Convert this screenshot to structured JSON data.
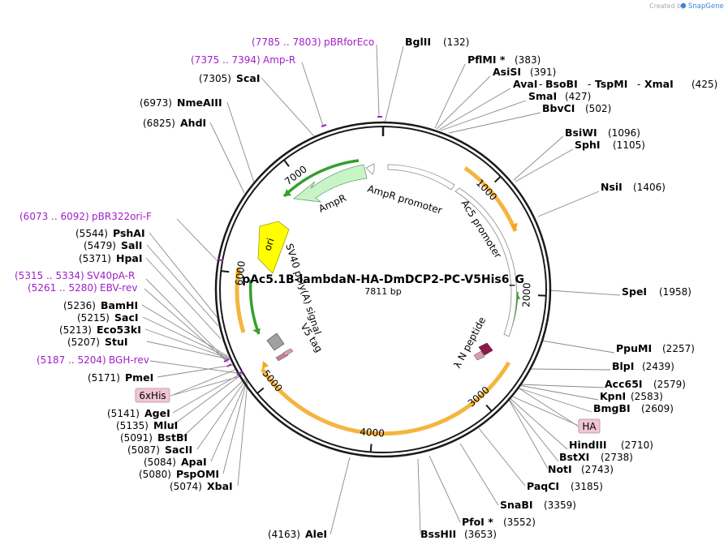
{
  "credit": {
    "prefix": "Created by",
    "brand": "SnapGene"
  },
  "plasmid": {
    "name": "pAc5.1B-lambdaN-HA-DmDCP2-PC-V5His6_G",
    "length_label": "7811 bp",
    "length": 7811
  },
  "ticks": [
    "1000",
    "2000",
    "3000",
    "4000",
    "5000",
    "6000",
    "7000"
  ],
  "tick_values": [
    1000,
    2000,
    3000,
    4000,
    5000,
    6000,
    7000
  ],
  "sites": [
    {
      "name": "BglII",
      "pos": "(132)"
    },
    {
      "name": "PflMI *",
      "pos": "(383)"
    },
    {
      "name": "AsiSI",
      "pos": "(391)"
    },
    {
      "name": "AvaI",
      "pos": ""
    },
    {
      "name": "BsoBI",
      "pos": ""
    },
    {
      "name": "TspMI",
      "pos": ""
    },
    {
      "name": "XmaI",
      "pos": "(425)"
    },
    {
      "name": "SmaI",
      "pos": "(427)"
    },
    {
      "name": "BbvCI",
      "pos": "(502)"
    },
    {
      "name": "BsiWI",
      "pos": "(1096)"
    },
    {
      "name": "SphI",
      "pos": "(1105)"
    },
    {
      "name": "NsiI",
      "pos": "(1406)"
    },
    {
      "name": "SpeI",
      "pos": "(1958)"
    },
    {
      "name": "PpuMI",
      "pos": "(2257)"
    },
    {
      "name": "BlpI",
      "pos": "(2439)"
    },
    {
      "name": "Acc65I",
      "pos": "(2579)"
    },
    {
      "name": "KpnI",
      "pos": "(2583)"
    },
    {
      "name": "BmgBI",
      "pos": "(2609)"
    },
    {
      "name": "HindIII",
      "pos": "(2710)"
    },
    {
      "name": "BstXI",
      "pos": "(2738)"
    },
    {
      "name": "NotI",
      "pos": "(2743)"
    },
    {
      "name": "PaqCI",
      "pos": "(3185)"
    },
    {
      "name": "SnaBI",
      "pos": "(3359)"
    },
    {
      "name": "PfoI *",
      "pos": "(3552)"
    },
    {
      "name": "BssHII",
      "pos": "(3653)"
    },
    {
      "name": "AleI",
      "pos": "(4163)"
    },
    {
      "name": "XbaI",
      "pos": "(5074)"
    },
    {
      "name": "PspOMI",
      "pos": "(5080)"
    },
    {
      "name": "ApaI",
      "pos": "(5084)"
    },
    {
      "name": "SacII",
      "pos": "(5087)"
    },
    {
      "name": "BstBI",
      "pos": "(5091)"
    },
    {
      "name": "MluI",
      "pos": "(5135)"
    },
    {
      "name": "AgeI",
      "pos": "(5141)"
    },
    {
      "name": "PmeI",
      "pos": "(5171)"
    },
    {
      "name": "StuI",
      "pos": "(5207)"
    },
    {
      "name": "Eco53kI",
      "pos": "(5213)"
    },
    {
      "name": "SacI",
      "pos": "(5215)"
    },
    {
      "name": "BamHI",
      "pos": "(5236)"
    },
    {
      "name": "HpaI",
      "pos": "(5371)"
    },
    {
      "name": "SalI",
      "pos": "(5479)"
    },
    {
      "name": "PshAI",
      "pos": "(5544)"
    },
    {
      "name": "AhdI",
      "pos": "(6825)"
    },
    {
      "name": "NmeAIII",
      "pos": "(6973)"
    },
    {
      "name": "ScaI",
      "pos": "(7305)"
    }
  ],
  "primers": [
    {
      "range": "(7785 .. 7803)",
      "name": "pBRforEco"
    },
    {
      "range": "(7375 .. 7394)",
      "name": "Amp-R"
    },
    {
      "range": "(6073 .. 6092)",
      "name": "pBR322ori-F"
    },
    {
      "range": "(5315 .. 5334)",
      "name": "SV40pA-R"
    },
    {
      "range": "(5261 .. 5280)",
      "name": "EBV-rev"
    },
    {
      "range": "(5187 .. 5204)",
      "name": "BGH-rev"
    }
  ],
  "tags": [
    "6xHis",
    "HA"
  ],
  "features": [
    "AmpR promoter",
    "AmpR",
    "Ac5 promoter",
    "ori",
    "SV40 poly(A) signal",
    "V5 tag",
    "λ N peptide"
  ],
  "colors": {
    "backbone": "#1a1a1a",
    "orf": "#f2a81d",
    "orf_fill": "#fbe8b0",
    "arrow_green": "#33a02c",
    "ampr_fill": "#c8f5c8",
    "ori_fill": "#ffff00",
    "primer": "#a020c8",
    "tag": "#f0c6d6",
    "lambda": "#8b1a4a",
    "v5": "#a07080",
    "sv40": "#a0a0a0"
  }
}
